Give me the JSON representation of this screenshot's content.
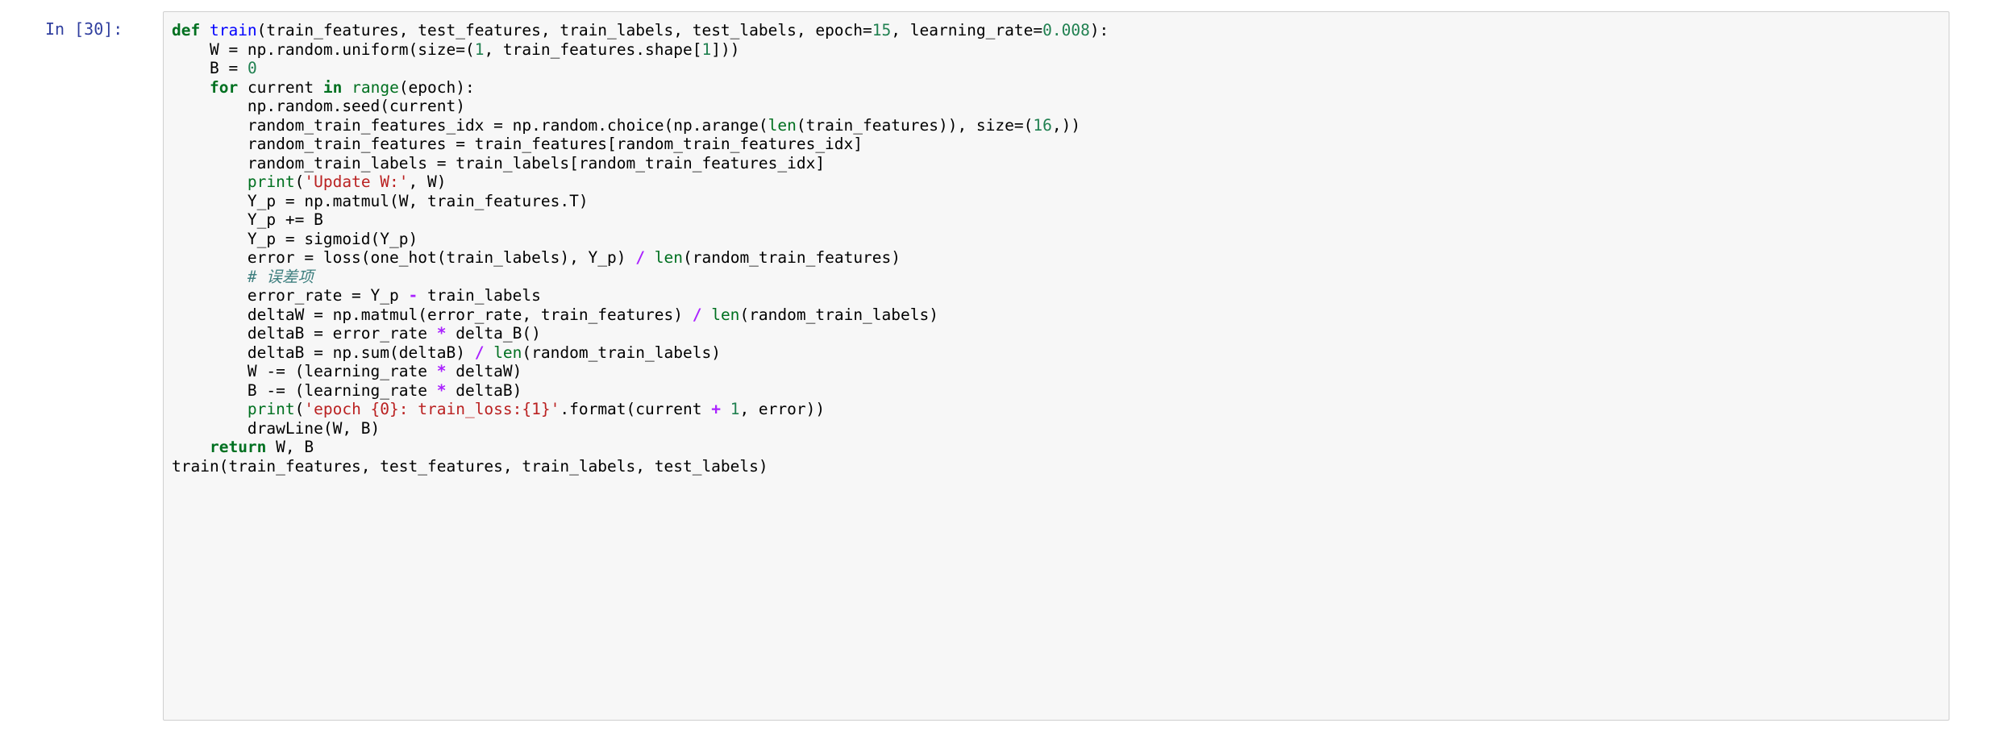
{
  "cell": {
    "prompt": "In [30]:",
    "type": "code-input",
    "language": "python",
    "colors": {
      "cell_background": "#f7f7f7",
      "cell_border": "#cfcfcf",
      "page_background": "#ffffff",
      "prompt_text": "#303F9F",
      "keyword": "#007020",
      "function_def": "#0000FF",
      "builtin": "#007020",
      "number": "#208050",
      "string": "#BA2121",
      "operator": "#AA22FF",
      "comment": "#408080",
      "plain_text": "#000000"
    },
    "source_plain": "def train(train_features, test_features, train_labels, test_labels, epoch=15, learning_rate=0.008):\n    W = np.random.uniform(size=(1, train_features.shape[1]))\n    B = 0\n    for current in range(epoch):\n        np.random.seed(current)\n        random_train_features_idx = np.random.choice(np.arange(len(train_features)), size=(16,))\n        random_train_features = train_features[random_train_features_idx]\n        random_train_labels = train_labels[random_train_features_idx]\n        print('Update W:', W)\n        Y_p = np.matmul(W, train_features.T)\n        Y_p += B\n        Y_p = sigmoid(Y_p)\n        error = loss(one_hot(train_labels), Y_p) / len(random_train_features)\n        # 误差项\n        error_rate = Y_p - train_labels\n        deltaW = np.matmul(error_rate, train_features) / len(random_train_labels)\n        deltaB = error_rate * delta_B()\n        deltaB = np.sum(deltaB) / len(random_train_labels)\n        W -= (learning_rate * deltaW)\n        B -= (learning_rate * deltaB)\n        print('epoch {0}: train_loss:{1}'.format(current + 1, error))\n        drawLine(W, B)\n    return W, B\ntrain(train_features, test_features, train_labels, test_labels)",
    "lines": [
      {
        "indent": 0,
        "tokens": [
          {
            "t": "def ",
            "c": "k"
          },
          {
            "t": "train",
            "c": "nf"
          },
          {
            "t": "(train_features, test_features, train_labels, test_labels, epoch=",
            "c": "n"
          },
          {
            "t": "15",
            "c": "mi"
          },
          {
            "t": ", learning_rate=",
            "c": "n"
          },
          {
            "t": "0.008",
            "c": "mf"
          },
          {
            "t": "):",
            "c": "n"
          }
        ]
      },
      {
        "indent": 1,
        "tokens": [
          {
            "t": "W = np.random.uniform(size=(",
            "c": "n"
          },
          {
            "t": "1",
            "c": "mi"
          },
          {
            "t": ", train_features.shape[",
            "c": "n"
          },
          {
            "t": "1",
            "c": "mi"
          },
          {
            "t": "]))",
            "c": "n"
          }
        ]
      },
      {
        "indent": 1,
        "tokens": [
          {
            "t": "B = ",
            "c": "n"
          },
          {
            "t": "0",
            "c": "mi"
          }
        ]
      },
      {
        "indent": 1,
        "tokens": [
          {
            "t": "for",
            "c": "k"
          },
          {
            "t": " current ",
            "c": "n"
          },
          {
            "t": "in",
            "c": "k"
          },
          {
            "t": " ",
            "c": "n"
          },
          {
            "t": "range",
            "c": "nb"
          },
          {
            "t": "(epoch):",
            "c": "n"
          }
        ]
      },
      {
        "indent": 2,
        "tokens": [
          {
            "t": "np.random.seed(current)",
            "c": "n"
          }
        ]
      },
      {
        "indent": 2,
        "tokens": [
          {
            "t": "random_train_features_idx = np.random.choice(np.arange(",
            "c": "n"
          },
          {
            "t": "len",
            "c": "nb"
          },
          {
            "t": "(train_features)), size=(",
            "c": "n"
          },
          {
            "t": "16",
            "c": "mi"
          },
          {
            "t": ",))",
            "c": "n"
          }
        ]
      },
      {
        "indent": 2,
        "tokens": [
          {
            "t": "random_train_features = train_features[random_train_features_idx]",
            "c": "n"
          }
        ]
      },
      {
        "indent": 2,
        "tokens": [
          {
            "t": "random_train_labels = train_labels[random_train_features_idx]",
            "c": "n"
          }
        ]
      },
      {
        "indent": 2,
        "tokens": [
          {
            "t": "print",
            "c": "nb"
          },
          {
            "t": "(",
            "c": "n"
          },
          {
            "t": "'Update W:'",
            "c": "s"
          },
          {
            "t": ", W)",
            "c": "n"
          }
        ]
      },
      {
        "indent": 2,
        "tokens": [
          {
            "t": "Y_p = np.matmul(W, train_features.T)",
            "c": "n"
          }
        ]
      },
      {
        "indent": 2,
        "tokens": [
          {
            "t": "Y_p += B",
            "c": "n"
          }
        ]
      },
      {
        "indent": 2,
        "tokens": [
          {
            "t": "Y_p = sigmoid(Y_p)",
            "c": "n"
          }
        ]
      },
      {
        "indent": 2,
        "tokens": [
          {
            "t": "error = loss(one_hot(train_labels), Y_p) ",
            "c": "n"
          },
          {
            "t": "/",
            "c": "o"
          },
          {
            "t": " ",
            "c": "n"
          },
          {
            "t": "len",
            "c": "nb"
          },
          {
            "t": "(random_train_features)",
            "c": "n"
          }
        ]
      },
      {
        "indent": 2,
        "tokens": [
          {
            "t": "# 误差项",
            "c": "c"
          }
        ]
      },
      {
        "indent": 2,
        "tokens": [
          {
            "t": "error_rate = Y_p ",
            "c": "n"
          },
          {
            "t": "-",
            "c": "o"
          },
          {
            "t": " train_labels",
            "c": "n"
          }
        ]
      },
      {
        "indent": 2,
        "tokens": [
          {
            "t": "deltaW = np.matmul(error_rate, train_features) ",
            "c": "n"
          },
          {
            "t": "/",
            "c": "o"
          },
          {
            "t": " ",
            "c": "n"
          },
          {
            "t": "len",
            "c": "nb"
          },
          {
            "t": "(random_train_labels)",
            "c": "n"
          }
        ]
      },
      {
        "indent": 2,
        "tokens": [
          {
            "t": "deltaB = error_rate ",
            "c": "n"
          },
          {
            "t": "*",
            "c": "o"
          },
          {
            "t": " delta_B()",
            "c": "n"
          }
        ]
      },
      {
        "indent": 2,
        "tokens": [
          {
            "t": "deltaB = np.sum(deltaB) ",
            "c": "n"
          },
          {
            "t": "/",
            "c": "o"
          },
          {
            "t": " ",
            "c": "n"
          },
          {
            "t": "len",
            "c": "nb"
          },
          {
            "t": "(random_train_labels)",
            "c": "n"
          }
        ]
      },
      {
        "indent": 2,
        "tokens": [
          {
            "t": "W -= (learning_rate ",
            "c": "n"
          },
          {
            "t": "*",
            "c": "o"
          },
          {
            "t": " deltaW)",
            "c": "n"
          }
        ]
      },
      {
        "indent": 2,
        "tokens": [
          {
            "t": "B -= (learning_rate ",
            "c": "n"
          },
          {
            "t": "*",
            "c": "o"
          },
          {
            "t": " deltaB)",
            "c": "n"
          }
        ]
      },
      {
        "indent": 2,
        "tokens": [
          {
            "t": "print",
            "c": "nb"
          },
          {
            "t": "(",
            "c": "n"
          },
          {
            "t": "'epoch {0}: train_loss:{1}'",
            "c": "s"
          },
          {
            "t": ".format(current ",
            "c": "n"
          },
          {
            "t": "+",
            "c": "o"
          },
          {
            "t": " ",
            "c": "n"
          },
          {
            "t": "1",
            "c": "mi"
          },
          {
            "t": ", error))",
            "c": "n"
          }
        ]
      },
      {
        "indent": 2,
        "tokens": [
          {
            "t": "drawLine(W, B)",
            "c": "n"
          }
        ]
      },
      {
        "indent": 1,
        "tokens": [
          {
            "t": "return",
            "c": "k"
          },
          {
            "t": " W, B",
            "c": "n"
          }
        ]
      },
      {
        "indent": 0,
        "tokens": [
          {
            "t": "train(train_features, test_features, train_labels, test_labels)",
            "c": "n"
          }
        ]
      }
    ]
  }
}
